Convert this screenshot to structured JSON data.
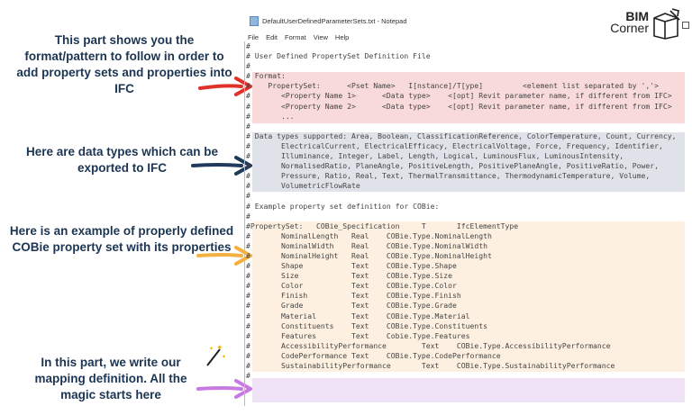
{
  "annotations": [
    {
      "text": "This part shows you the format/pattern to follow in order to add property sets and properties into IFC",
      "color": "#e0322b"
    },
    {
      "text": "Here are data types which can be exported to IFC",
      "color": "#1f3a5a"
    },
    {
      "text": "Here is an example of properly defined COBie  property set with its properties",
      "color": "#f5b042"
    },
    {
      "text": "In this part, we write our mapping definition. All the magic starts here",
      "color": "#c77be0"
    }
  ],
  "logo": {
    "line1": "BIM",
    "line2": "Corner"
  },
  "notepad": {
    "title": "DefaultUserDefinedParameterSets.txt - Notepad",
    "menu": [
      "File",
      "Edit",
      "Format",
      "View",
      "Help"
    ],
    "highlight_colors": {
      "format": "#f9dada",
      "data_types": "#dfe2e8",
      "example": "#fdf0e0",
      "mapping": "#f1e3f7"
    },
    "lines": [
      "#",
      "# User Defined PropertySet Definition File",
      "#",
      "# Format:",
      "#    PropertySet:      <Pset Name>   I[nstance]/T[ype]         <element list separated by ','>",
      "#       <Property Name 1>      <Data type>    <[opt] Revit parameter name, if different from IFC>",
      "#       <Property Name 2>      <Data type>    <[opt] Revit parameter name, if different from IFC>",
      "#       ...",
      "#",
      "# Data types supported: Area, Boolean, ClassificationReference, ColorTemperature, Count, Currency,",
      "#       ElectricalCurrent, ElectricalEfficacy, ElectricalVoltage, Force, Frequency, Identifier,",
      "#       Illuminance, Integer, Label, Length, Logical, LuminousFlux, LuminousIntensity,",
      "#       NormalisedRatio, PlaneAngle, PositiveLength, PositivePlaneAngle, PositiveRatio, Power,",
      "#       Pressure, Ratio, Real, Text, ThermalTransmittance, ThermodynamicTemperature, Volume,",
      "#       VolumetricFlowRate",
      "#",
      "# Example property set definition for COBie:",
      "#",
      "#PropertySet:   COBie_Specification     T       IfcElementType",
      "#       NominalLength   Real    COBie.Type.NominalLength",
      "#       NominalWidth    Real    COBie.Type.NominalWidth",
      "#       NominalHeight   Real    COBie.Type.NominalHeight",
      "#       Shape           Text    COBie.Type.Shape",
      "#       Size            Text    COBie.Type.Size",
      "#       Color           Text    COBie.Type.Color",
      "#       Finish          Text    COBie.Type.Finish",
      "#       Grade           Text    COBie.Type.Grade",
      "#       Material        Text    COBie.Type.Material",
      "#       Constituents    Text    COBie.Type.Constituents",
      "#       Features        Text    Cobie.Type.Features",
      "#       AccessibilityPerformance        Text    COBie.Type.AccessibilityPerformance",
      "#       CodePerformance Text    COBie.Type.CodePerformance",
      "#       SustainabilityPerformance       Text    COBie.Type.SustainabilityPerformance",
      "#"
    ]
  }
}
